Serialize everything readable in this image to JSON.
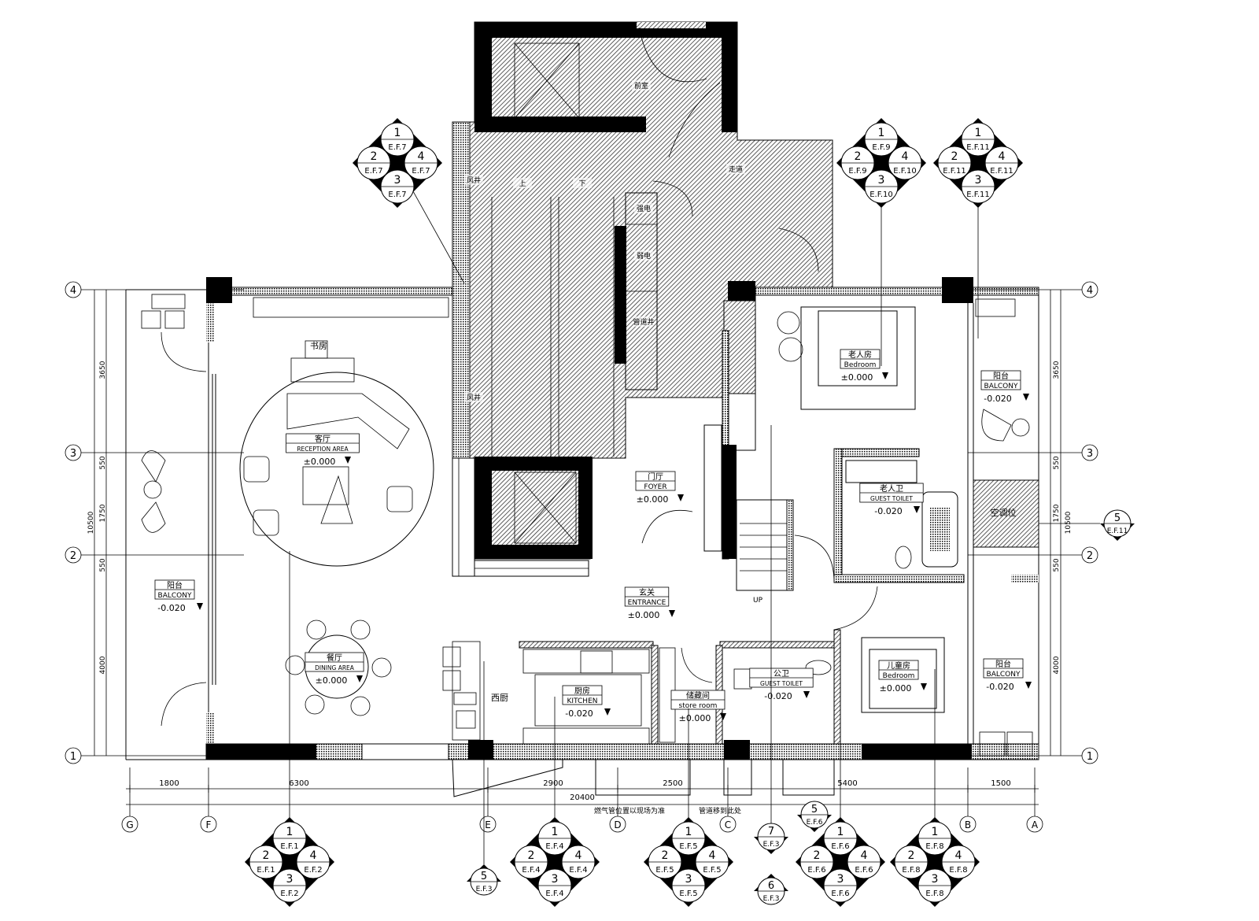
{
  "drawing": {
    "type": "floor plan",
    "colors": {
      "ink": "#000000",
      "paper": "#ffffff",
      "hatch": "#555555"
    }
  },
  "rooms": [
    {
      "cn": "书房",
      "en": "",
      "level": ""
    },
    {
      "cn": "客厅",
      "en": "RECEPTION AREA",
      "level": "±0.000"
    },
    {
      "cn": "餐厅",
      "en": "DINING AREA",
      "level": "±0.000"
    },
    {
      "cn": "阳台",
      "en": "BALCONY",
      "level": "-0.020"
    },
    {
      "cn": "门厅",
      "en": "FOYER",
      "level": "±0.000"
    },
    {
      "cn": "玄关",
      "en": "ENTRANCE",
      "level": "±0.000"
    },
    {
      "cn": "西厨",
      "en": "",
      "level": ""
    },
    {
      "cn": "厨房",
      "en": "KITCHEN",
      "level": "-0.020"
    },
    {
      "cn": "储藏间",
      "en": "store room",
      "level": "±0.000"
    },
    {
      "cn": "公卫",
      "en": "GUEST TOILET",
      "level": "-0.020"
    },
    {
      "cn": "儿童房",
      "en": "Bedroom",
      "level": "±0.000"
    },
    {
      "cn": "阳台",
      "en": "BALCONY",
      "level": "-0.020"
    },
    {
      "cn": "老人卫",
      "en": "GUEST TOILET",
      "level": "-0.020"
    },
    {
      "cn": "老人房",
      "en": "Bedroom",
      "level": "±0.000"
    },
    {
      "cn": "阳台",
      "en": "BALCONY",
      "level": "-0.020"
    },
    {
      "cn": "空调位",
      "en": "",
      "level": ""
    }
  ],
  "core_notes": [
    "前室",
    "走道",
    "风井",
    "风井",
    "上",
    "下",
    "强电",
    "弱电",
    "管道井",
    "UP"
  ],
  "grid": {
    "rows": [
      "4",
      "3",
      "2",
      "1"
    ],
    "columns": [
      "G",
      "F",
      "E",
      "D",
      "C",
      "B",
      "A"
    ]
  },
  "dimensions": {
    "bottom": [
      "1800",
      "6300",
      "2900",
      "2500",
      "5400",
      "1500"
    ],
    "bottom_total": "20400",
    "side": [
      "3650",
      "550",
      "1750",
      "550",
      "4000"
    ],
    "side_total": "10500"
  },
  "notes": [
    "燃气管位置以现场为准",
    "管道移到此处"
  ],
  "elevation_index_quad": [
    {
      "n": [
        "1",
        "2",
        "3",
        "4"
      ],
      "ref": [
        "E.F.7",
        "E.F.7",
        "E.F.7",
        "E.F.7"
      ]
    },
    {
      "n": [
        "1",
        "2",
        "3",
        "4"
      ],
      "ref": [
        "E.F.9",
        "E.F.9",
        "E.F.10",
        "E.F.10"
      ]
    },
    {
      "n": [
        "1",
        "2",
        "3",
        "4"
      ],
      "ref": [
        "E.F.11",
        "E.F.11",
        "E.F.11",
        "E.F.11"
      ]
    },
    {
      "n": [
        "1",
        "2",
        "3",
        "4"
      ],
      "ref": [
        "E.F.1",
        "E.F.1",
        "E.F.2",
        "E.F.2"
      ]
    },
    {
      "n": [
        "1",
        "2",
        "3",
        "4"
      ],
      "ref": [
        "E.F.4",
        "E.F.4",
        "E.F.4",
        "E.F.4"
      ]
    },
    {
      "n": [
        "1",
        "2",
        "3",
        "4"
      ],
      "ref": [
        "E.F.5",
        "E.F.5",
        "E.F.5",
        "E.F.5"
      ]
    },
    {
      "n": [
        "1",
        "2",
        "3",
        "4"
      ],
      "ref": [
        "E.F.6",
        "E.F.6",
        "E.F.6",
        "E.F.6"
      ]
    },
    {
      "n": [
        "1",
        "2",
        "3",
        "4"
      ],
      "ref": [
        "E.F.8",
        "E.F.8",
        "E.F.8",
        "E.F.8"
      ]
    }
  ],
  "elevation_index_single": [
    {
      "n": "5",
      "ref": "E.F.3"
    },
    {
      "n": "7",
      "ref": "E.F.3"
    },
    {
      "n": "6",
      "ref": "E.F.3"
    },
    {
      "n": "5",
      "ref": "E.F.6"
    },
    {
      "n": "5",
      "ref": "E.F.11"
    }
  ]
}
